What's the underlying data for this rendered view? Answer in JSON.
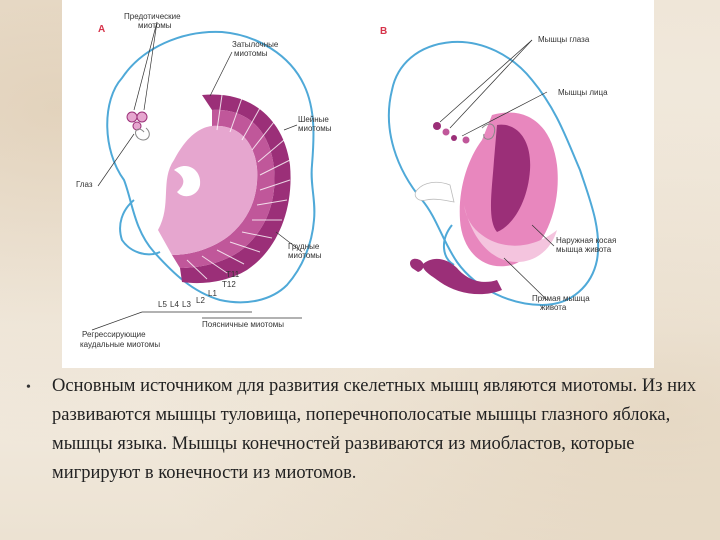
{
  "diagram": {
    "panel_a": {
      "letter": "A",
      "labels": {
        "preotic_1": "Предотические",
        "preotic_2": "миотомы",
        "occipital_1": "Затылочные",
        "occipital_2": "миотомы",
        "cervical_1": "Шейные",
        "cervical_2": "миотомы",
        "eye": "Глаз",
        "thoracic_1": "Грудные",
        "thoracic_2": "миотомы",
        "t11": "T11",
        "t12": "T12",
        "l1": "L1",
        "l2": "L2",
        "l5": "L5",
        "l4": "L4",
        "l3": "L3",
        "lumbar": "Поясничные миотомы",
        "regressing_1": "Регрессирующие",
        "regressing_2": "каудальные миотомы"
      }
    },
    "panel_b": {
      "letter": "B",
      "labels": {
        "eye_muscles": "Мышцы глаза",
        "face_muscles": "Мышцы лица",
        "oblique_1": "Наружная косая",
        "oblique_2": "мышца живота",
        "rectus_1": "Прямая мышца",
        "rectus_2": "живота"
      }
    }
  },
  "text": {
    "bullet": "•",
    "paragraph": "Основным источником для развития скелетных мышц являются миотомы. Из них развиваются мышцы туловища, поперечнополосатые мышцы глазного яблока, мышцы языка. Мышцы конечностей развиваются из миобластов, которые мигрируют в  конечности из миотомов."
  },
  "colors": {
    "outline": "#4fa9d8",
    "myotome_dark": "#9b2f78",
    "myotome_mid": "#c0579a",
    "myotome_light": "#e6a6cf",
    "muscle_pink": "#e887be",
    "accent": "#d6334a"
  }
}
